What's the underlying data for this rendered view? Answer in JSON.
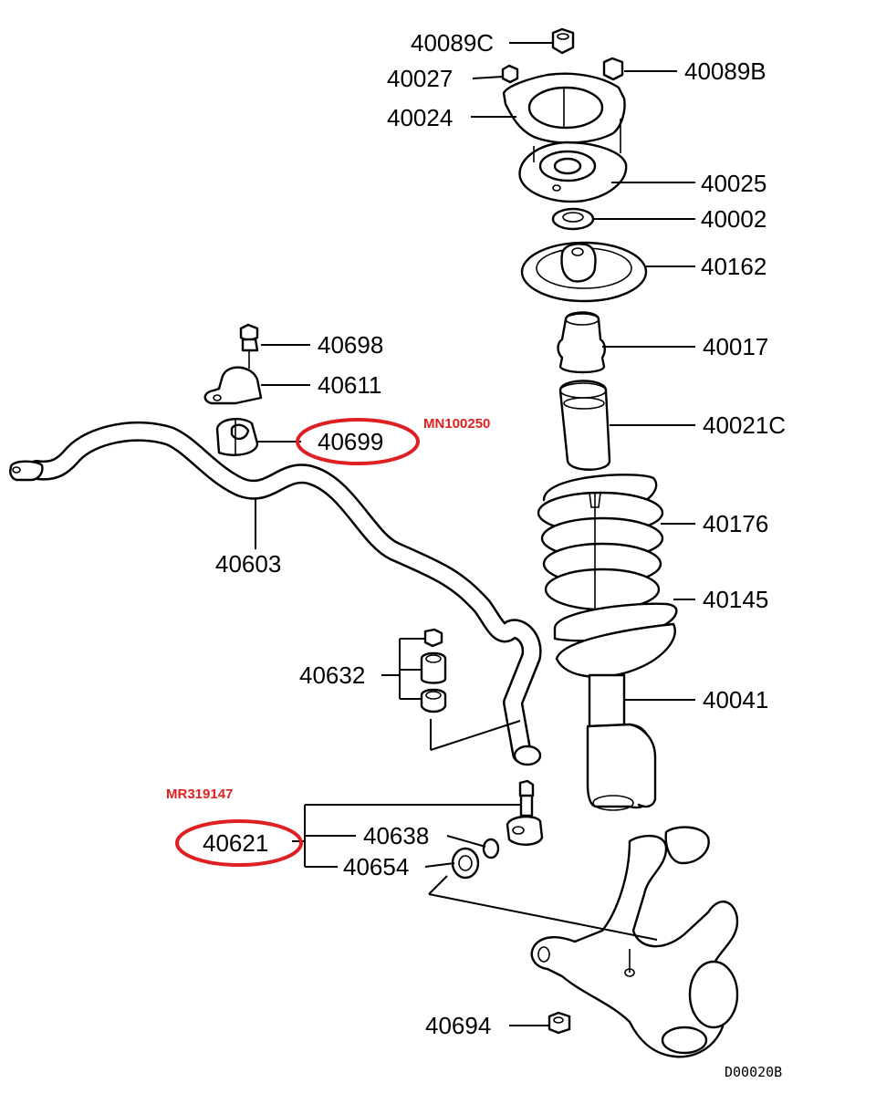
{
  "labels": {
    "p40089C": "40089C",
    "p40027": "40027",
    "p40089B": "40089B",
    "p40024": "40024",
    "p40025": "40025",
    "p40002": "40002",
    "p40162": "40162",
    "p40017": "40017",
    "p40021C": "40021C",
    "p40176": "40176",
    "p40145": "40145",
    "p40041": "40041",
    "p40698": "40698",
    "p40611": "40611",
    "p40699": "40699",
    "p40603": "40603",
    "p40632": "40632",
    "p40621": "40621",
    "p40638": "40638",
    "p40654": "40654",
    "p40694": "40694"
  },
  "annotations": {
    "bushing_part_number": "MN100250",
    "link_part_number": "MR319147"
  },
  "diagram_code": "D00020B",
  "colors": {
    "highlight": "#e02020",
    "ink": "#000000"
  }
}
